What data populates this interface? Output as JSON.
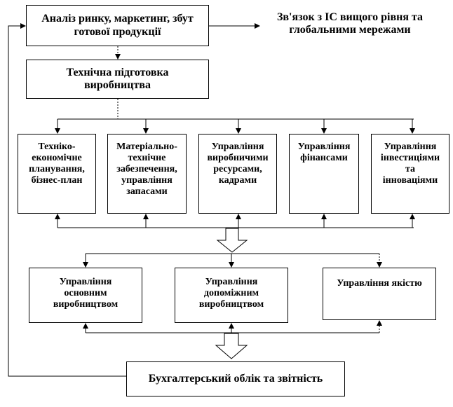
{
  "boxes": {
    "market": "Аналіз ринку, маркетинг, збут\nготової продукції",
    "external_link": "Зв'язок з ІС вищого рівня та\nглобальними мережами",
    "tech_prep": "Технічна підготовка\nвиробництва",
    "planning": "Техніко-\nекономічне\nпланування,\nбізнес-план",
    "supply": "Матеріально-\nтехнічне\nзабезпечення,\nуправління\nзапасами",
    "resources": "Управління\nвиробничими\nресурсами,\nкадрами",
    "finance": "Управління\nфінансами",
    "investment": "Управління\nінвестиціями\nта\nінноваціями",
    "main_production": "Управління\nосновним\nвиробництвом",
    "aux_production": "Управління\nдопоміжним\nвиробництвом",
    "quality": "Управління якістю",
    "accounting": "Бухгалтерський облік та звітність"
  },
  "colors": {
    "line": "#000000",
    "background": "#ffffff"
  }
}
